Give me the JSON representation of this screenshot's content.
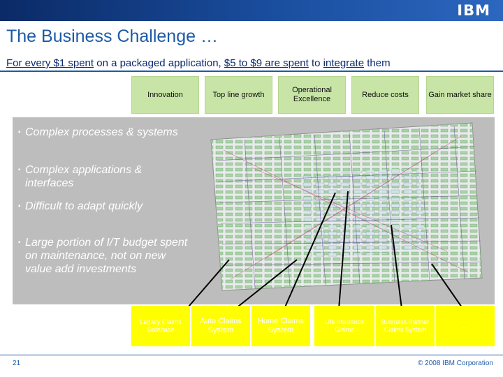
{
  "header": {
    "logo": "IBM"
  },
  "slide": {
    "title": "The Business Challenge …",
    "subtitle_parts": [
      "For every $1 spent",
      " on a packaged application, ",
      "$5 to $9 are spent",
      " to ",
      "integrate",
      " them"
    ]
  },
  "goals": [
    "Innovation",
    "Top line growth",
    "Operational Excellence",
    "Reduce costs",
    "Gain market share"
  ],
  "bullets": [
    "Complex processes & systems",
    "Complex applications & interfaces",
    "Difficult to adapt quickly",
    "Large portion of I/T budget spent on maintenance, not on new value add investments"
  ],
  "systems": [
    "Legacy Claims Database",
    "Auto Claims System",
    "Home Claims System",
    "Life Insurance Claims",
    "Business Partner Claims System",
    "…"
  ],
  "footer": {
    "page_number": "21",
    "copyright": "© 2008 IBM Corporation"
  },
  "colors": {
    "brand_blue": "#1d5aa6",
    "goal_green": "#c8e4a6",
    "system_yellow": "#ffff00",
    "panel_gray": "#bdbdbd"
  }
}
